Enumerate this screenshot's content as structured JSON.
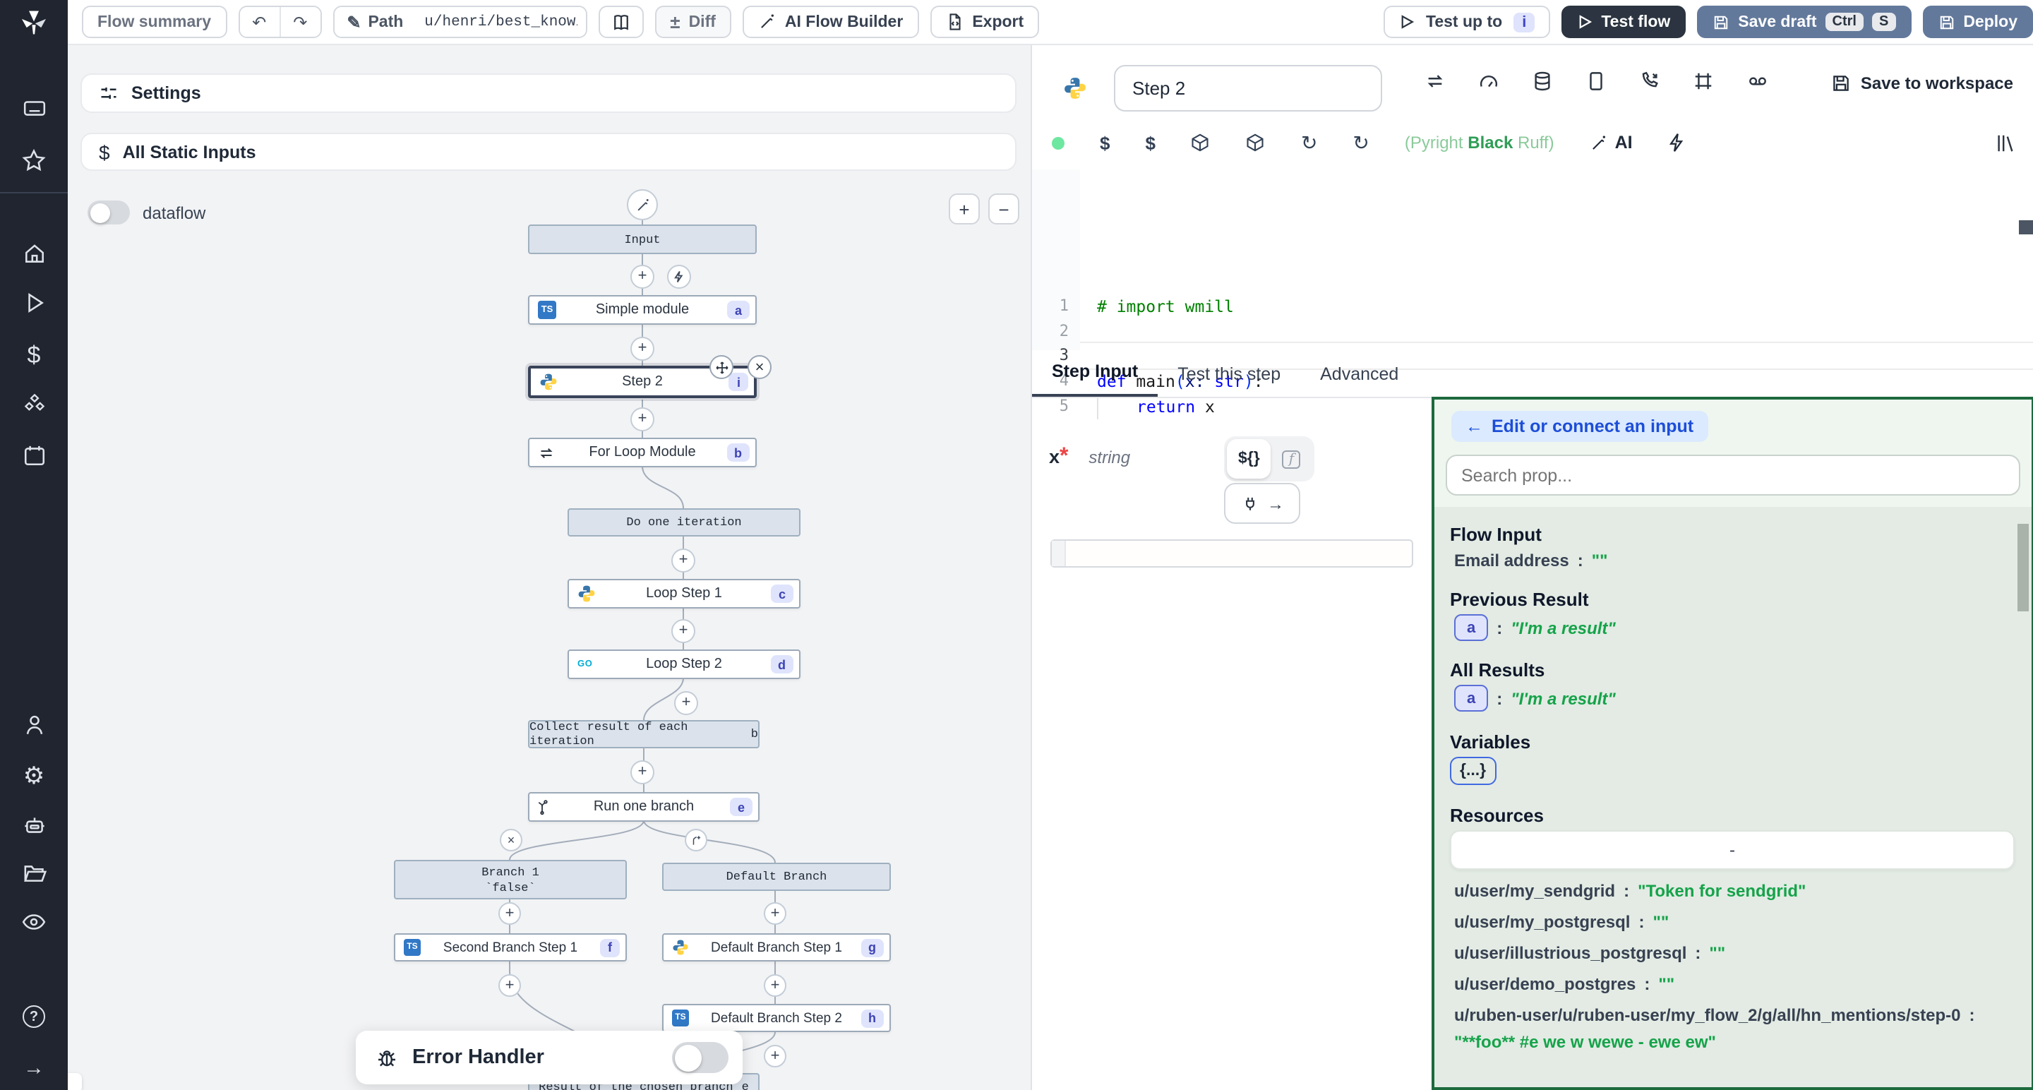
{
  "colors": {
    "accent_dark_button": "#2b3440",
    "accent_slate_button": "#63799b",
    "sidebar_bg": "#20252f",
    "selected_node_border": "#39445a",
    "badge_bg": "#dfe4fc",
    "badge_text": "#3d43b4",
    "green_panel_border": "#1d6a3d",
    "green_value_text": "#16a34a",
    "pill_bg": "#dbeafe",
    "pill_text": "#1d4ed8",
    "code_comment": "#008000",
    "code_keyword": "#0000ff"
  },
  "icons": {
    "plus": "+",
    "minus": "−",
    "close": "×",
    "undo": "↶",
    "redo": "↷",
    "pencil": "✎",
    "plusminus": "±",
    "back_arrow": "←",
    "right_arrow": "→",
    "gear": "⚙",
    "question": "?",
    "dollar": "$",
    "rotate": "↻",
    "ts": "TS",
    "go": "GO",
    "colon": ":"
  },
  "topbar": {
    "flow_summary": "Flow summary",
    "path_label": "Path",
    "path_value": "u/henri/best_knowi",
    "diff": "Diff",
    "ai_flow_builder": "AI Flow Builder",
    "export": "Export",
    "test_up_to": "Test up to",
    "test_up_to_badge": "i",
    "test_flow": "Test flow",
    "save_draft": "Save draft",
    "kbd_ctrl": "Ctrl",
    "kbd_s": "S",
    "deploy": "Deploy"
  },
  "canvas": {
    "settings": "Settings",
    "all_static_inputs": "All Static Inputs",
    "dataflow": "dataflow",
    "error_handler": "Error Handler",
    "nodes": {
      "input": {
        "label": "Input"
      },
      "simple_module": {
        "label": "Simple module",
        "badge": "a"
      },
      "step2": {
        "label": "Step 2",
        "badge": "i"
      },
      "for_loop": {
        "label": "For Loop Module",
        "badge": "b"
      },
      "do_one_iteration": {
        "label": "Do one iteration"
      },
      "loop_step1": {
        "label": "Loop Step 1",
        "badge": "c"
      },
      "loop_step2": {
        "label": "Loop Step 2",
        "badge": "d"
      },
      "collect": {
        "label": "Collect result of each iteration",
        "badge": "b"
      },
      "run_one_branch": {
        "label": "Run one branch",
        "badge": "e"
      },
      "branch1": {
        "label": "Branch 1",
        "sublabel": "`false`"
      },
      "default_branch": {
        "label": "Default Branch"
      },
      "second_branch_step1": {
        "label": "Second Branch Step 1",
        "badge": "f"
      },
      "default_branch_step1": {
        "label": "Default Branch Step 1",
        "badge": "g"
      },
      "default_branch_step2": {
        "label": "Default Branch Step 2",
        "badge": "h"
      },
      "result": {
        "label": "Result of the chosen branch",
        "badge": "e"
      }
    }
  },
  "editor": {
    "step_name": "Step 2",
    "save_to_workspace": "Save to workspace",
    "assistants": [
      {
        "t": "(Pyright"
      },
      {
        "t": "Black"
      },
      {
        "t": "Ruff)"
      }
    ],
    "ai_label": "AI",
    "code": {
      "line_numbers": [
        "1",
        "2",
        "3",
        "4",
        "5"
      ],
      "l1": "# import wmill",
      "l4": {
        "kw": "def",
        "fn": " main",
        "p1": "(",
        "arg": "x",
        "c1": ":",
        "typ": " str",
        "p2": ")",
        "c2": ":"
      },
      "l5": {
        "kw": "return",
        "rest": " x"
      }
    }
  },
  "tabs": {
    "step_input": "Step Input",
    "test_this_step": "Test this step",
    "advanced": "Advanced"
  },
  "step_input": {
    "arg_name": "x",
    "required_mark": "*",
    "arg_type": "string",
    "expr_toggle": "${}",
    "fn_toggle": "f"
  },
  "connect": {
    "back_pill": "Edit or connect an input",
    "search_placeholder": "Search prop...",
    "flow_input_title": "Flow Input",
    "flow_input_key": "Email address",
    "flow_input_value": "\"\"",
    "previous_result_title": "Previous Result",
    "previous_result_badge": "a",
    "previous_result_value": "\"I'm a result\"",
    "all_results_title": "All Results",
    "all_results_badge": "a",
    "all_results_value": "\"I'm a result\"",
    "variables_title": "Variables",
    "variables_button": "{...}",
    "resources_title": "Resources",
    "resources_empty": "-",
    "resources": [
      {
        "key": "u/user/my_sendgrid",
        "value": "\"Token for sendgrid\""
      },
      {
        "key": "u/user/my_postgresql",
        "value": "\"\""
      },
      {
        "key": "u/user/illustrious_postgresql",
        "value": "\"\""
      },
      {
        "key": "u/user/demo_postgres",
        "value": "\"\""
      },
      {
        "key": "u/ruben-user/u/ruben-user/my_flow_2/g/all/hn_mentions/step-0",
        "value": "\"**foo** #e we w wewe - ewe ew\""
      }
    ]
  }
}
